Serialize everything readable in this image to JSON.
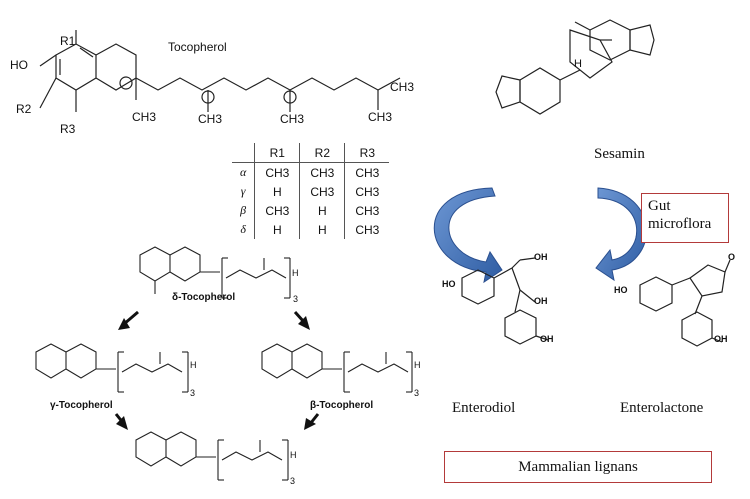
{
  "tocopherol": {
    "title": "Tocopherol",
    "r1": "R1",
    "r2": "R2",
    "r3": "R3",
    "ho": "HO",
    "ch3": "CH3"
  },
  "table": {
    "headers": [
      "",
      "R1",
      "R2",
      "R3"
    ],
    "rows": [
      [
        "α",
        "CH3",
        "CH3",
        "CH3"
      ],
      [
        "γ",
        "H",
        "CH3",
        "CH3"
      ],
      [
        "β",
        "CH3",
        "H",
        "CH3"
      ],
      [
        "δ",
        "H",
        "H",
        "CH3"
      ]
    ]
  },
  "sesamin": {
    "name": "Sesamin",
    "h": "H"
  },
  "gut_microflora": "Gut microflora",
  "enterodiol": {
    "name": "Enterodiol",
    "oh": "OH",
    "ho": "HO"
  },
  "enterolactone": {
    "name": "Enterolactone",
    "oh": "OH",
    "ho": "HO",
    "o": "O"
  },
  "mammalian_lignans": "Mammalian lignans",
  "pathway": {
    "delta": "δ-Tocopherol",
    "gamma": "γ-Tocopherol",
    "beta": "β-Tocopherol",
    "bracket_sub": "3",
    "h": "H"
  },
  "colors": {
    "arrow_blue": "#3d6fb4",
    "box_border": "#b33a3a"
  }
}
